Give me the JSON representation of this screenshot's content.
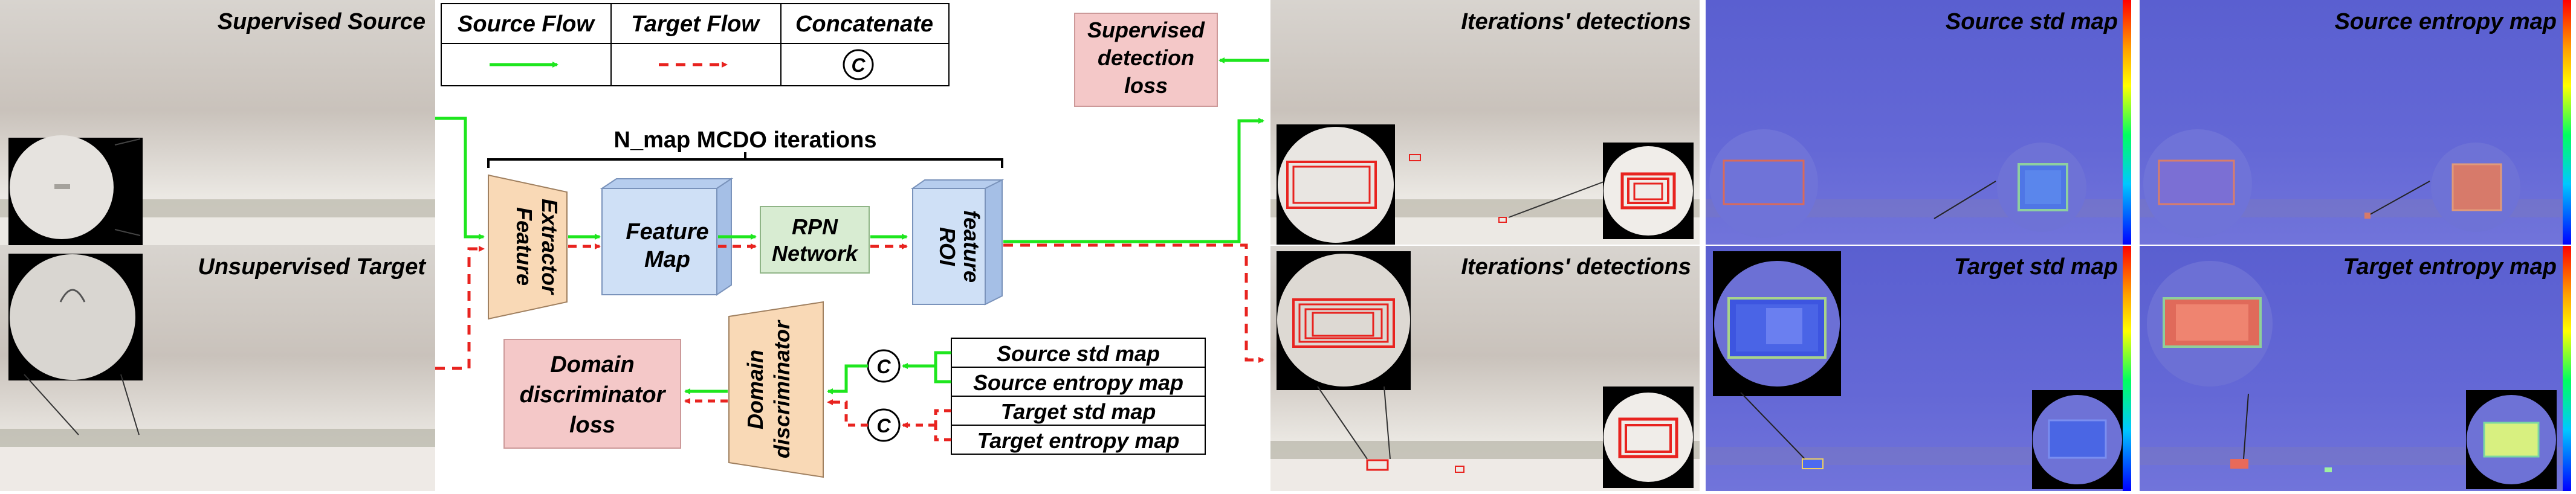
{
  "panels": {
    "supervised_source": "Supervised Source",
    "unsupervised_target": "Unsupervised Target",
    "iterations_detections_top": "Iterations' detections",
    "iterations_detections_bottom": "Iterations' detections",
    "source_std_map": "Source std map",
    "source_entropy_map": "Source entropy map",
    "target_std_map": "Target std map",
    "target_entropy_map": "Target entropy map"
  },
  "legend": {
    "source_flow": "Source Flow",
    "target_flow": "Target Flow",
    "concatenate": "Concatenate",
    "concat_symbol": "C"
  },
  "pipeline": {
    "iterations_label": "N_map MCDO iterations",
    "feature_extractor_1": "Feature",
    "feature_extractor_2": "Extractor",
    "feature_map_1": "Feature",
    "feature_map_2": "Map",
    "rpn_1": "RPN",
    "rpn_2": "Network",
    "roi_1": "ROI",
    "roi_2": "feature",
    "supervised_loss_1": "Supervised",
    "supervised_loss_2": "detection",
    "supervised_loss_3": "loss",
    "domain_disc_1": "Domain",
    "domain_disc_2": "discriminator",
    "domain_loss_1": "Domain",
    "domain_loss_2": "discriminator",
    "domain_loss_3": "loss",
    "concat_symbol": "C"
  },
  "maps_table": {
    "rows": [
      "Source std map",
      "Source entropy map",
      "Target std map",
      "Target entropy map"
    ]
  },
  "colors": {
    "source_flow": "#1ee61e",
    "target_flow": "#e8231f",
    "feature_box": "#f9d9b6",
    "blue_box": "#cfe0f6",
    "rpn_box": "#d8ecd2",
    "loss_box": "#f4c8c8",
    "heat_overlay": "#5d62d6"
  }
}
